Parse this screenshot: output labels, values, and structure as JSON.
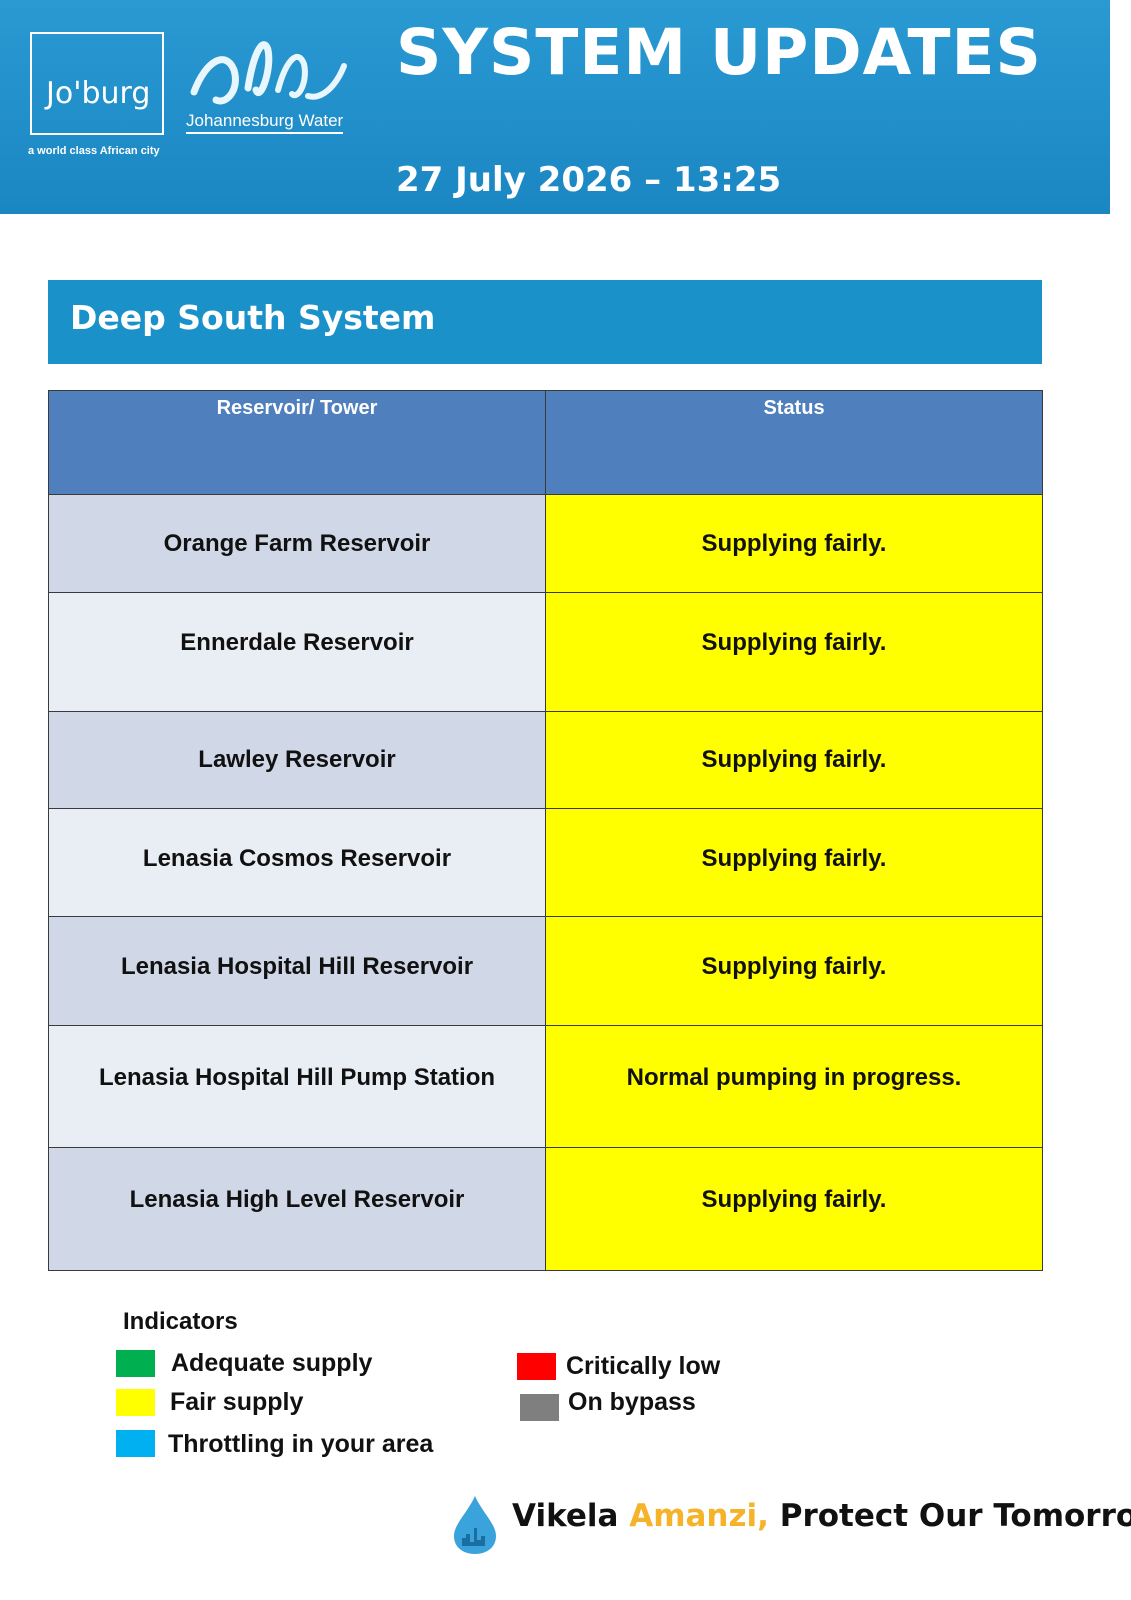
{
  "header": {
    "joburg_logo_text": "Jo'burg",
    "joburg_tagline": "a world class African city",
    "water_logo_text": "Johannesburg Water",
    "title": "SYSTEM UPDATES",
    "datetime": "27 July 2026 – 13:25"
  },
  "section": {
    "title": "Deep South System"
  },
  "table": {
    "columns": [
      "Reservoir/ Tower",
      "Status"
    ],
    "rows": [
      {
        "name": "Orange Farm Reservoir",
        "status": "Supplying fairly."
      },
      {
        "name": "Ennerdale Reservoir",
        "status": "Supplying fairly."
      },
      {
        "name": "Lawley Reservoir",
        "status": "Supplying fairly."
      },
      {
        "name": "Lenasia Cosmos Reservoir",
        "status": "Supplying fairly."
      },
      {
        "name": "Lenasia Hospital Hill Reservoir",
        "status": "Supplying fairly."
      },
      {
        "name": "Lenasia Hospital Hill Pump Station",
        "status": "Normal pumping in progress."
      },
      {
        "name": "Lenasia High Level Reservoir",
        "status": "Supplying fairly."
      }
    ]
  },
  "indicators": {
    "title": "Indicators",
    "items": [
      {
        "label": "Adequate supply",
        "color": "#00b050"
      },
      {
        "label": "Fair supply",
        "color": "#ffff00"
      },
      {
        "label": "Throttling in your area",
        "color": "#00b0f0"
      },
      {
        "label": "Critically low",
        "color": "#ff0000"
      },
      {
        "label": "On bypass",
        "color": "#7f7f7f"
      }
    ]
  },
  "footer": {
    "slogan_part1": "Vikela ",
    "slogan_accent": "Amanzi,",
    "slogan_part2": " Protect Our Tomorrow",
    "accent_color": "#f5b32a"
  },
  "colors": {
    "banner": "#1a86c2",
    "section_bar": "#1b91c9",
    "table_header": "#4f7fbc",
    "row_dark": "#d0d8e8",
    "row_light": "#e9edf4",
    "status_fair": "#ffff00"
  }
}
